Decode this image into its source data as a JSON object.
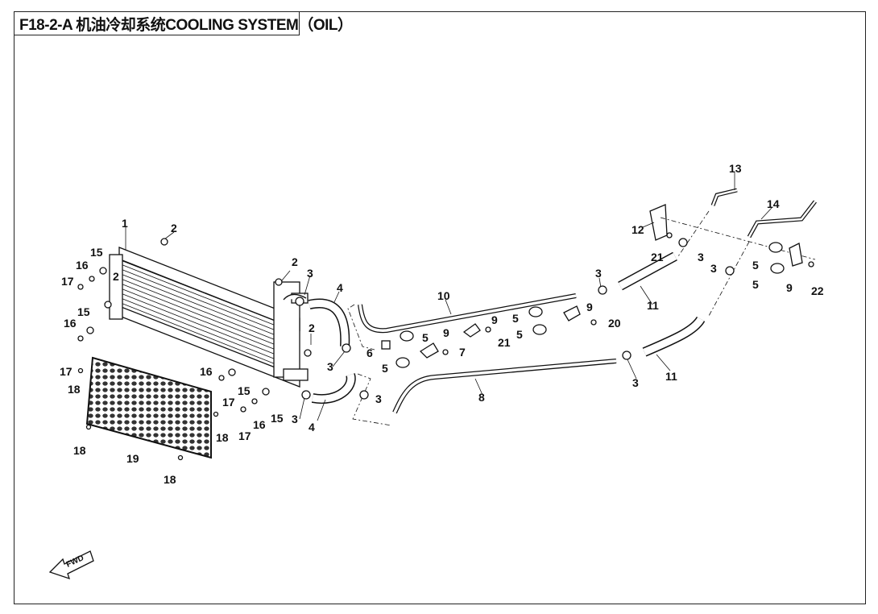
{
  "title": "F18-2-A 机油冷却系统COOLING SYSTEM（OIL）",
  "fwd_label": "FWD",
  "callouts": [
    {
      "id": "c1",
      "label": "1"
    },
    {
      "id": "c2a",
      "label": "2"
    },
    {
      "id": "c2b",
      "label": "2"
    },
    {
      "id": "c2c",
      "label": "2"
    },
    {
      "id": "c2d",
      "label": "2"
    },
    {
      "id": "c3a",
      "label": "3"
    },
    {
      "id": "c3b",
      "label": "3"
    },
    {
      "id": "c3c",
      "label": "3"
    },
    {
      "id": "c3d",
      "label": "3"
    },
    {
      "id": "c3e",
      "label": "3"
    },
    {
      "id": "c3f",
      "label": "3"
    },
    {
      "id": "c3g",
      "label": "3"
    },
    {
      "id": "c3h",
      "label": "3"
    },
    {
      "id": "c4a",
      "label": "4"
    },
    {
      "id": "c4b",
      "label": "4"
    },
    {
      "id": "c5a",
      "label": "5"
    },
    {
      "id": "c5b",
      "label": "5"
    },
    {
      "id": "c5c",
      "label": "5"
    },
    {
      "id": "c5d",
      "label": "5"
    },
    {
      "id": "c5e",
      "label": "5"
    },
    {
      "id": "c5f",
      "label": "5"
    },
    {
      "id": "c6",
      "label": "6"
    },
    {
      "id": "c7",
      "label": "7"
    },
    {
      "id": "c8",
      "label": "8"
    },
    {
      "id": "c9a",
      "label": "9"
    },
    {
      "id": "c9b",
      "label": "9"
    },
    {
      "id": "c9c",
      "label": "9"
    },
    {
      "id": "c9d",
      "label": "9"
    },
    {
      "id": "c10",
      "label": "10"
    },
    {
      "id": "c11a",
      "label": "11"
    },
    {
      "id": "c11b",
      "label": "11"
    },
    {
      "id": "c12",
      "label": "12"
    },
    {
      "id": "c13",
      "label": "13"
    },
    {
      "id": "c14",
      "label": "14"
    },
    {
      "id": "c15a",
      "label": "15"
    },
    {
      "id": "c15b",
      "label": "15"
    },
    {
      "id": "c15c",
      "label": "15"
    },
    {
      "id": "c15d",
      "label": "15"
    },
    {
      "id": "c16a",
      "label": "16"
    },
    {
      "id": "c16b",
      "label": "16"
    },
    {
      "id": "c16c",
      "label": "16"
    },
    {
      "id": "c16d",
      "label": "16"
    },
    {
      "id": "c17a",
      "label": "17"
    },
    {
      "id": "c17b",
      "label": "17"
    },
    {
      "id": "c17c",
      "label": "17"
    },
    {
      "id": "c17d",
      "label": "17"
    },
    {
      "id": "c18a",
      "label": "18"
    },
    {
      "id": "c18b",
      "label": "18"
    },
    {
      "id": "c18c",
      "label": "18"
    },
    {
      "id": "c18d",
      "label": "18"
    },
    {
      "id": "c19",
      "label": "19"
    },
    {
      "id": "c20",
      "label": "20"
    },
    {
      "id": "c21a",
      "label": "21"
    },
    {
      "id": "c21b",
      "label": "21"
    },
    {
      "id": "c22",
      "label": "22"
    }
  ]
}
